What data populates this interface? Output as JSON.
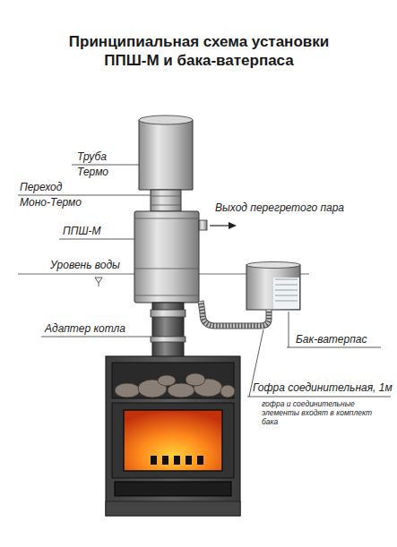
{
  "diagram": {
    "title": "Принципиальная схема установки ППШ-М и бака-ватерпаса",
    "labels": [
      "Труба",
      "Термо",
      "Переход",
      "Моно-Термо",
      "Выход перегретого пара",
      "ППШ-М",
      "Уровень воды",
      "Адаптер котла",
      "Бак-ватерпас",
      "Гофра соединительная, 1м",
      "гофра и соединительные элементы входят в комплект бака"
    ]
  }
}
